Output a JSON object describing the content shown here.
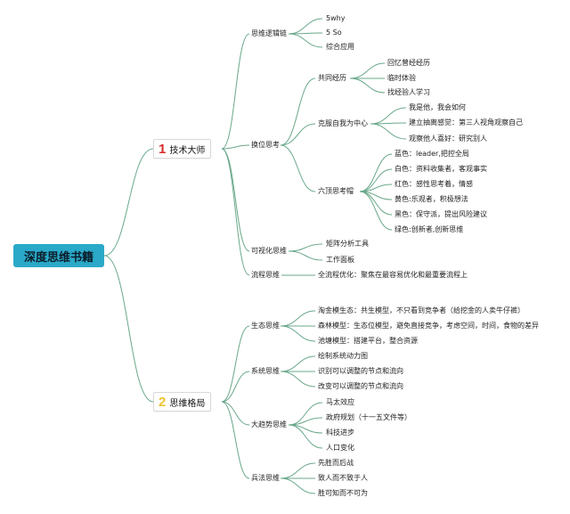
{
  "colors": {
    "root_bg": "#2aa9c8",
    "line": "#6aa88a",
    "num1": "#d92b2b",
    "num2": "#f2c230"
  },
  "root": "深度思维书籍",
  "branch1": {
    "num": "1",
    "label": "技术大师",
    "children": [
      {
        "label": "思维逻辑链",
        "children": [
          "5why",
          "5 So",
          "综合应用"
        ]
      },
      {
        "label": "换位思考",
        "children": [
          {
            "label": "共同经历",
            "children": [
              "回忆曾经经历",
              "临时体验",
              "找经验人学习"
            ]
          },
          {
            "label": "克服自我为中心",
            "children": [
              "我是他，我会如何",
              "建立抽离感觉：第三人视角观察自己",
              "观察他人喜好：研究别人"
            ]
          },
          {
            "label": "六顶思考帽",
            "children": [
              "蓝色：leader,把控全局",
              "白色：资料收集者，客观事实",
              "红色：感性思考着，情感",
              "黄色:乐观者，积极想法",
              "黑色：保守派，提出风险建议",
              "绿色:创新者,创新思维"
            ]
          }
        ]
      },
      {
        "label": "可视化思维",
        "children": [
          "矩阵分析工具",
          "工作面板"
        ]
      },
      {
        "label": "流程思维",
        "children": [
          "全流程优化：聚焦在最容易优化和最重要流程上"
        ]
      }
    ]
  },
  "branch2": {
    "num": "2",
    "label": "思维格局",
    "children": [
      {
        "label": "生态思维",
        "children": [
          "淘金模生态：共生模型，不只看到竞争者（给挖金的人卖牛仔裤）",
          "森林模型：生态位模型，避免直接竞争，考虑空间，时间，食物的差异",
          "池塘模型：搭建平台，整合资源"
        ]
      },
      {
        "label": "系统思维",
        "children": [
          "绘制系统动力图",
          "识别可以调整的节点和流向",
          "改变可以调整的节点和流向"
        ]
      },
      {
        "label": "大趋势思维",
        "children": [
          "马太效应",
          "政府规划（十一五文件等）",
          "科技进步",
          "人口变化"
        ]
      },
      {
        "label": "兵法思维",
        "children": [
          "先胜而后战",
          "致人而不致于人",
          "胜可知而不可为"
        ]
      }
    ]
  }
}
